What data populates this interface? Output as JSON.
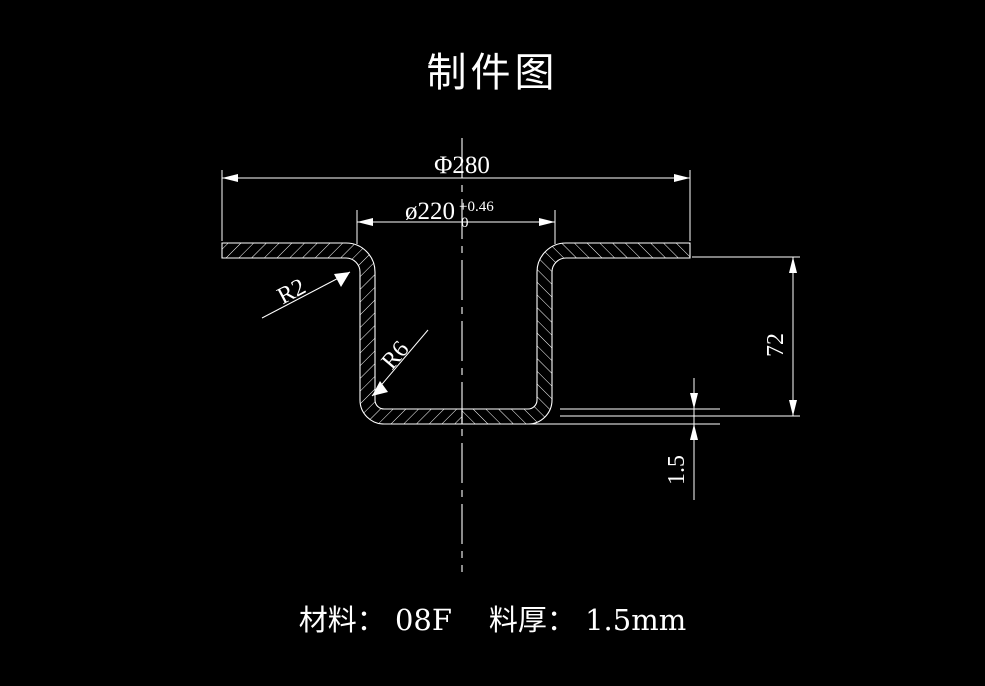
{
  "drawing": {
    "title": "制件图",
    "background_color": "#000000",
    "line_color": "#ffffff",
    "footer": "材料： 08F    料厚： 1.5mm",
    "footer_material_label": "材料：",
    "footer_material_value": "08F",
    "footer_thickness_label": "料厚：",
    "footer_thickness_value": "1.5mm"
  },
  "dimensions": {
    "outer_diameter": "Φ280",
    "inner_diameter": "ø220",
    "inner_tolerance_upper": "+0.46",
    "inner_tolerance_lower": "0",
    "height": "72",
    "thickness": "1.5",
    "radius_outer": "R2",
    "radius_inner": "R6"
  },
  "chart_data": {
    "type": "table",
    "title": "制件图",
    "notes": [
      "材料： 08F",
      "料厚： 1.5mm"
    ],
    "callouts": [
      {
        "label": "Φ280",
        "kind": "linear-diameter",
        "value": 280,
        "unit": "mm"
      },
      {
        "label": "ø220",
        "kind": "linear-diameter",
        "value": 220,
        "unit": "mm",
        "tol_upper": 0.46,
        "tol_lower": 0
      },
      {
        "label": "72",
        "kind": "linear-vertical",
        "value": 72,
        "unit": "mm"
      },
      {
        "label": "1.5",
        "kind": "thickness",
        "value": 1.5,
        "unit": "mm"
      },
      {
        "label": "R2",
        "kind": "radius",
        "value": 2,
        "unit": "mm"
      },
      {
        "label": "R6",
        "kind": "radius",
        "value": 6,
        "unit": "mm"
      }
    ]
  }
}
